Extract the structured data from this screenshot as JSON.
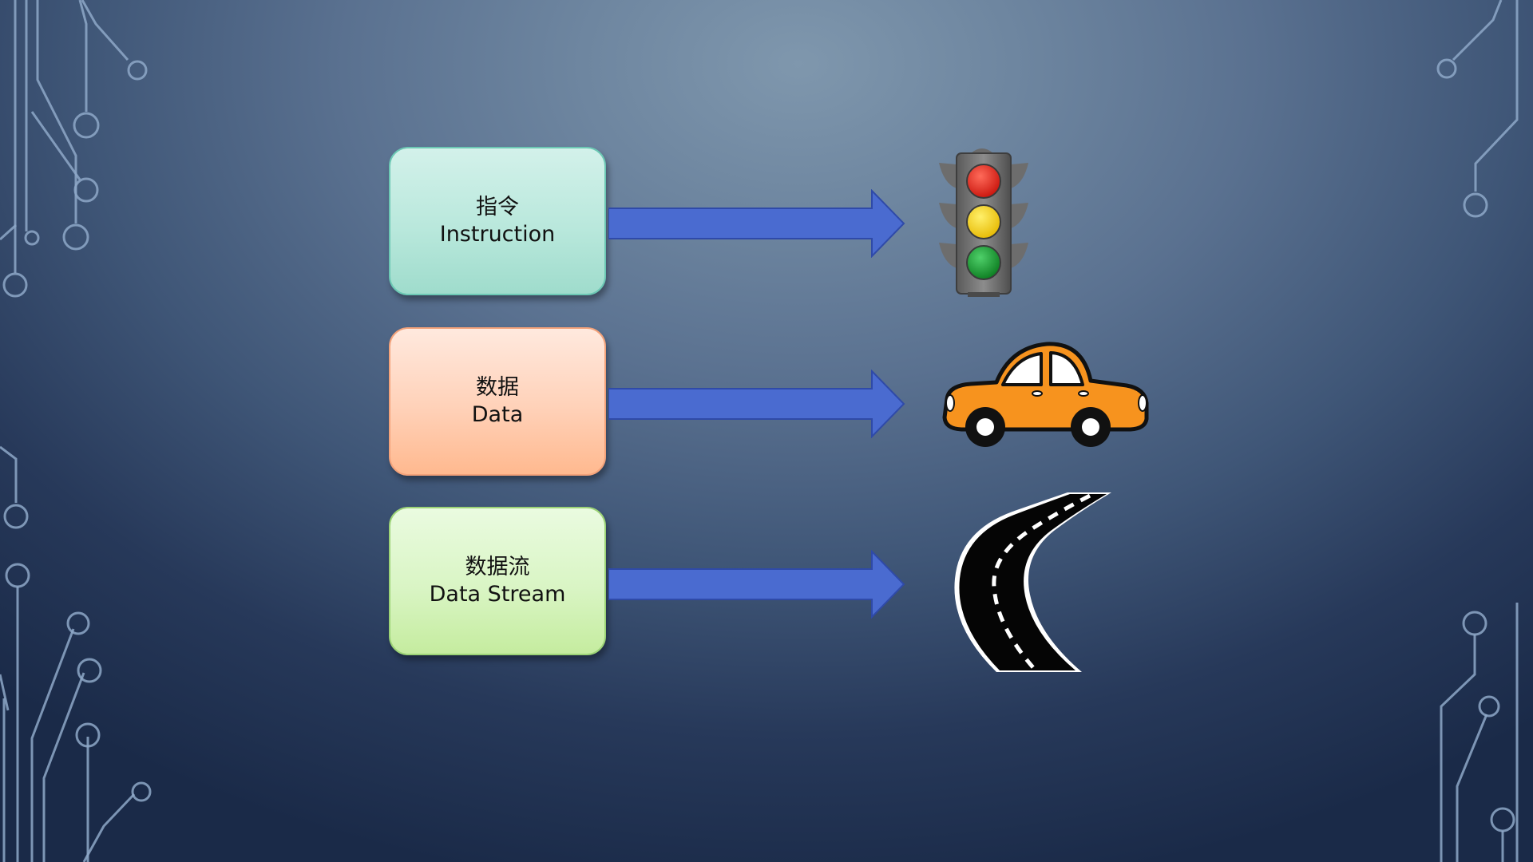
{
  "diagram": {
    "rows": [
      {
        "zh": "指令",
        "en": "Instruction",
        "icon": "traffic-light-icon"
      },
      {
        "zh": "数据",
        "en": "Data",
        "icon": "car-icon"
      },
      {
        "zh": "数据流",
        "en": "Data Stream",
        "icon": "road-icon"
      }
    ]
  },
  "colors": {
    "arrow": "#4a6bd0",
    "instruction_box": "#b9e8dc",
    "data_box": "#ffd1b8",
    "stream_box": "#d9f5c4",
    "car": "#f7931e"
  }
}
